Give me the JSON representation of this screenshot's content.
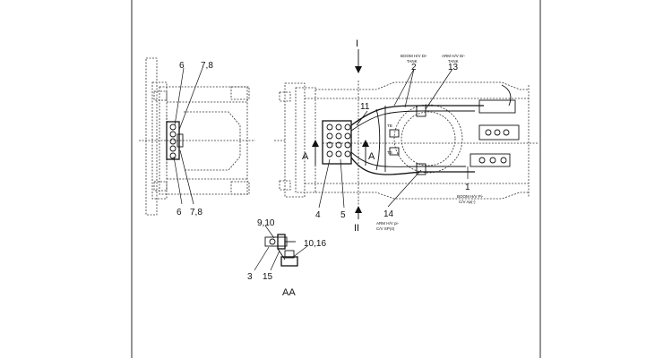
{
  "callouts": {
    "left_top_6": "6",
    "left_top_78": "7,8",
    "left_bot_6": "6",
    "left_bot_78": "7,8",
    "main_2": "2",
    "main_13": "13",
    "main_11": "11",
    "main_4": "4",
    "main_5": "5",
    "main_14": "14",
    "main_1": "1",
    "aa_910": "9,10",
    "aa_1016": "10,16",
    "aa_3": "3",
    "aa_15": "15"
  },
  "section_marks": {
    "top_I": "I",
    "bottom_II": "II",
    "left_A": "A",
    "right_A": "A",
    "view_AA": "AA"
  },
  "notes": {
    "boom_tank_1": "BOOM H/V Dr-",
    "boom_tank_2": "TANK",
    "arm_tank_1": "ARM H/V Dr-",
    "arm_tank_2": "TANK",
    "arm_pi_1": "ARM H/V pi-",
    "arm_pi_2": "C/V SP(4)",
    "boom_pi_1": "BOOM H/V Pi-",
    "boom_pi_2": "C/V Ap(-)"
  }
}
